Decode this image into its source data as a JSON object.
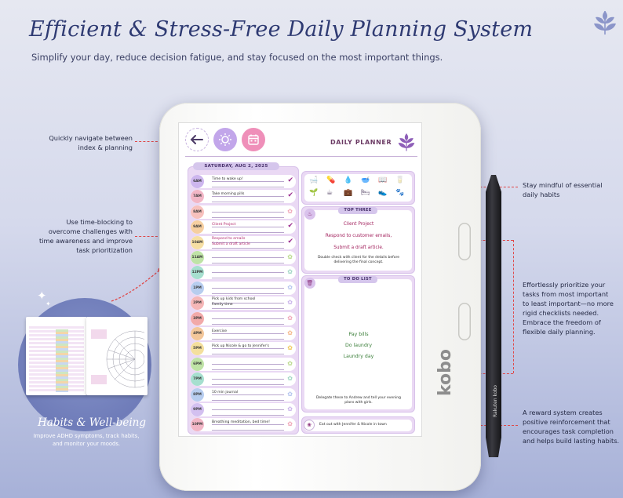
{
  "header": {
    "title": "Efficient & Stress-Free Daily Planning System",
    "subtitle": "Simplify your day, reduce decision fatigue, and stay focused on the most important things."
  },
  "callouts": {
    "navigate": [
      "Quickly navigate between",
      "index & planning"
    ],
    "timeblock": [
      "Use time-blocking to",
      "overcome challenges with",
      "time awareness and improve",
      "task prioritization"
    ],
    "habits": [
      "Stay mindful of essential",
      "daily habits"
    ],
    "prioritize": [
      "Effortlessly prioritize your",
      "tasks from most important",
      "to least important—no more",
      "rigid checklists needed.",
      "Embrace the freedom of",
      "flexible daily planning."
    ],
    "reward": [
      "A reward system creates",
      "positive reinforcement that",
      "encourages task completion",
      "and helps build lasting habits."
    ]
  },
  "wellbeing": {
    "title": "Habits & Well-being",
    "sub": [
      "Improve ADHD symptoms, track habits,",
      "and monitor your moods."
    ]
  },
  "device": {
    "brand": "kobo",
    "stylus_brand": "Rakuten kobo"
  },
  "planner": {
    "title": "DAILY PLANNER",
    "date": "SATURDAY, AUG 2, 2025",
    "schedule": [
      {
        "hour": "6AM",
        "tasks": [
          "Time to wake up!"
        ],
        "done": true,
        "color": "#cdb6ee"
      },
      {
        "hour": "7AM",
        "tasks": [
          "Take morning pills"
        ],
        "done": true,
        "color": "#f2b6c6"
      },
      {
        "hour": "8AM",
        "tasks": [],
        "done": false,
        "color": "#f7c1bd",
        "reward": "#f0a6b8"
      },
      {
        "hour": "9AM",
        "tasks": [
          "Client Project"
        ],
        "done": true,
        "color": "#f6cfa0",
        "red": true
      },
      {
        "hour": "10AM",
        "tasks": [
          "Respond to emails",
          "Submit a draft article"
        ],
        "done": true,
        "color": "#f6dfa4",
        "red": true
      },
      {
        "hour": "11AM",
        "tasks": [],
        "done": false,
        "color": "#bfe3a6",
        "reward": "#b9d98b"
      },
      {
        "hour": "12PM",
        "tasks": [],
        "done": false,
        "color": "#a6dfcf",
        "reward": "#9fd5c3"
      },
      {
        "hour": "1PM",
        "tasks": [],
        "done": false,
        "color": "#b7cdef",
        "reward": "#b4c4ee"
      },
      {
        "hour": "2PM",
        "tasks": [
          "Pick up kids from school",
          "Family time"
        ],
        "done": false,
        "color": "#f5b7b7",
        "reward": "#c9b3ea"
      },
      {
        "hour": "3PM",
        "tasks": [],
        "done": false,
        "color": "#f2a9a9",
        "reward": "#f0a6b8"
      },
      {
        "hour": "4PM",
        "tasks": [
          "Exercise"
        ],
        "done": false,
        "color": "#f3c79a",
        "reward": "#f5b88a"
      },
      {
        "hour": "5PM",
        "tasks": [
          "Pick up Nicole & go to Jennifer's"
        ],
        "done": false,
        "color": "#f4df9d",
        "reward": "#f0c75a"
      },
      {
        "hour": "6PM",
        "tasks": [],
        "done": false,
        "color": "#bfe3a6",
        "reward": "#b9d98b"
      },
      {
        "hour": "7PM",
        "tasks": [],
        "done": false,
        "color": "#a6dfcf",
        "reward": "#9fd5c3"
      },
      {
        "hour": "8PM",
        "tasks": [
          "10 min journal"
        ],
        "done": false,
        "color": "#b7cdef",
        "reward": "#b4c4ee"
      },
      {
        "hour": "9PM",
        "tasks": [],
        "done": false,
        "color": "#d3c0f0",
        "reward": "#c9b3ea"
      },
      {
        "hour": "10PM",
        "tasks": [
          "Breathing meditation, bed time!"
        ],
        "done": false,
        "color": "#f2b6c6",
        "reward": "#f0a6b8"
      }
    ],
    "top_three": {
      "label": "TOP THREE",
      "items": [
        "Client Project",
        "Respond to customer emails,",
        "Submit a draft article."
      ],
      "note": [
        "Double check with client for the details before",
        "delivering the final concept."
      ]
    },
    "todo": {
      "label": "TO DO LIST",
      "items": [
        "Pay bills",
        "Do laundry",
        "Laundry day"
      ],
      "note": [
        "Delegate these to Andrew and tell your evening",
        "plans with girls."
      ]
    },
    "evening": "Eat out with Jennifer & Nicole in town"
  },
  "colors": {
    "accent": "#2e3a72",
    "callout_line": "#e04848",
    "panel_bg": "#ead9f4",
    "tag_bg": "#d5c6ec",
    "top_three_text": "#a3245f",
    "todo_text": "#3b7f3a"
  },
  "icons": {
    "back": "arrow-left-icon",
    "index": "sun-icon",
    "calendar": "calendar-icon",
    "habits": [
      "bath-icon",
      "pill-icon",
      "water-icon",
      "bowl-icon",
      "book-icon",
      "water-glass-icon",
      "plant-icon",
      "tea-icon",
      "briefcase-icon",
      "bed-icon",
      "shoe-icon",
      "paw-icon"
    ]
  }
}
